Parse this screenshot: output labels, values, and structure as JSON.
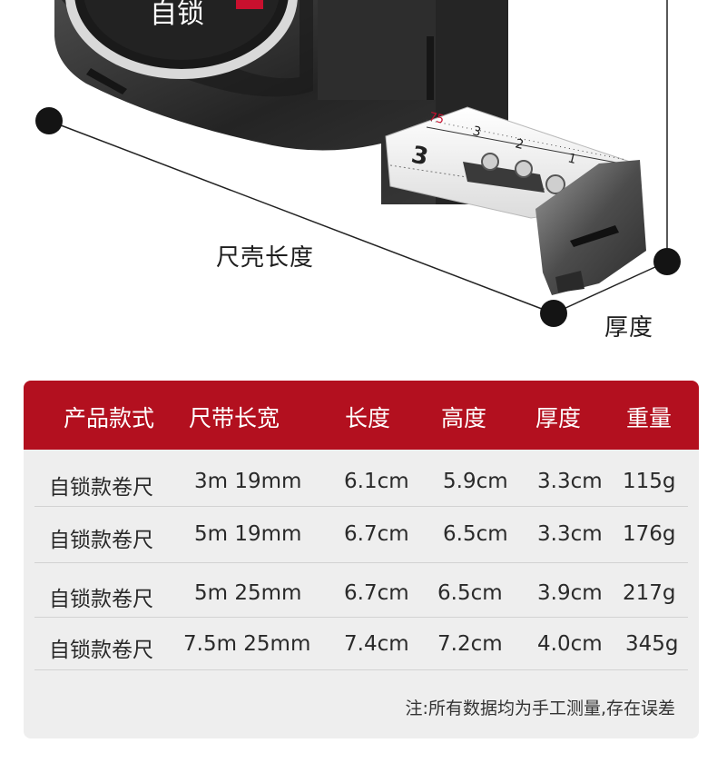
{
  "product": {
    "badge_text": "自锁",
    "blade_mark": "3",
    "blade_numbers": [
      "2",
      "1",
      "3"
    ],
    "blade_small_text": "75",
    "dim_length_label": "尺壳长度",
    "dim_thickness_label": "厚度"
  },
  "spec_table": {
    "headers": [
      "产品款式",
      "尺带长宽",
      "长度",
      "高度",
      "厚度",
      "重量"
    ],
    "rows": [
      [
        "自锁款卷尺",
        "3m 19mm",
        "6.1cm",
        "5.9cm",
        "3.3cm",
        "115g"
      ],
      [
        "自锁款卷尺",
        "5m 19mm",
        "6.7cm",
        "6.5cm",
        "3.3cm",
        "176g"
      ],
      [
        "自锁款卷尺",
        "5m 25mm",
        "6.7cm",
        "6.5cm",
        "3.9cm",
        "217g"
      ],
      [
        "自锁款卷尺",
        "7.5m 25mm",
        "7.4cm",
        "7.2cm",
        "4.0cm",
        "345g"
      ]
    ],
    "note": "注:所有数据均为手工测量,存在误差"
  },
  "colors": {
    "header_red": "#b3101f",
    "table_bg": "#eeeeee",
    "body_dark": "#2b2b2b",
    "accent_red": "#c8102e"
  }
}
